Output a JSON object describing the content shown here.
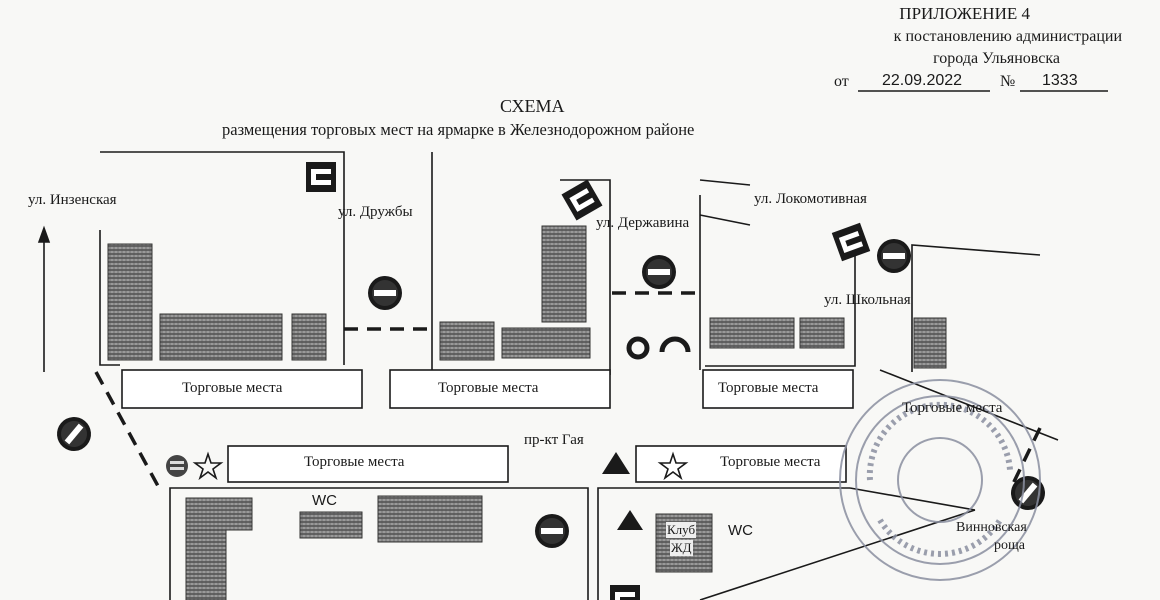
{
  "header": {
    "appendix": "ПРИЛОЖЕНИЕ 4",
    "line1": "к постановлению администрации",
    "line2": "города Ульяновска",
    "date_prefix": "от",
    "date": "22.09.2022",
    "num_prefix": "№",
    "number": "1333"
  },
  "title": {
    "main": "СХЕМА",
    "sub": "размещения торговых мест на ярмарке в Железнодорожном районе"
  },
  "streets": {
    "inzenskaya": "ул. Инзенская",
    "druzhby": "ул. Дружбы",
    "derzhavina": "ул. Державина",
    "lokomotivnaya": "ул. Локомотивная",
    "shkolnaya": "ул. Школьная",
    "gaya": "пр-кт Гая",
    "vinnovskaya_1": "Винновская",
    "vinnovskaya_2": "роща"
  },
  "labels": {
    "trade_places": "Торговые места",
    "wc": "WC",
    "club_1": "Клуб",
    "club_2": "ЖД"
  },
  "colors": {
    "ink": "#1a1a1a",
    "building_fill": "#6b6b6b",
    "stamp": "#8a8fa0"
  }
}
